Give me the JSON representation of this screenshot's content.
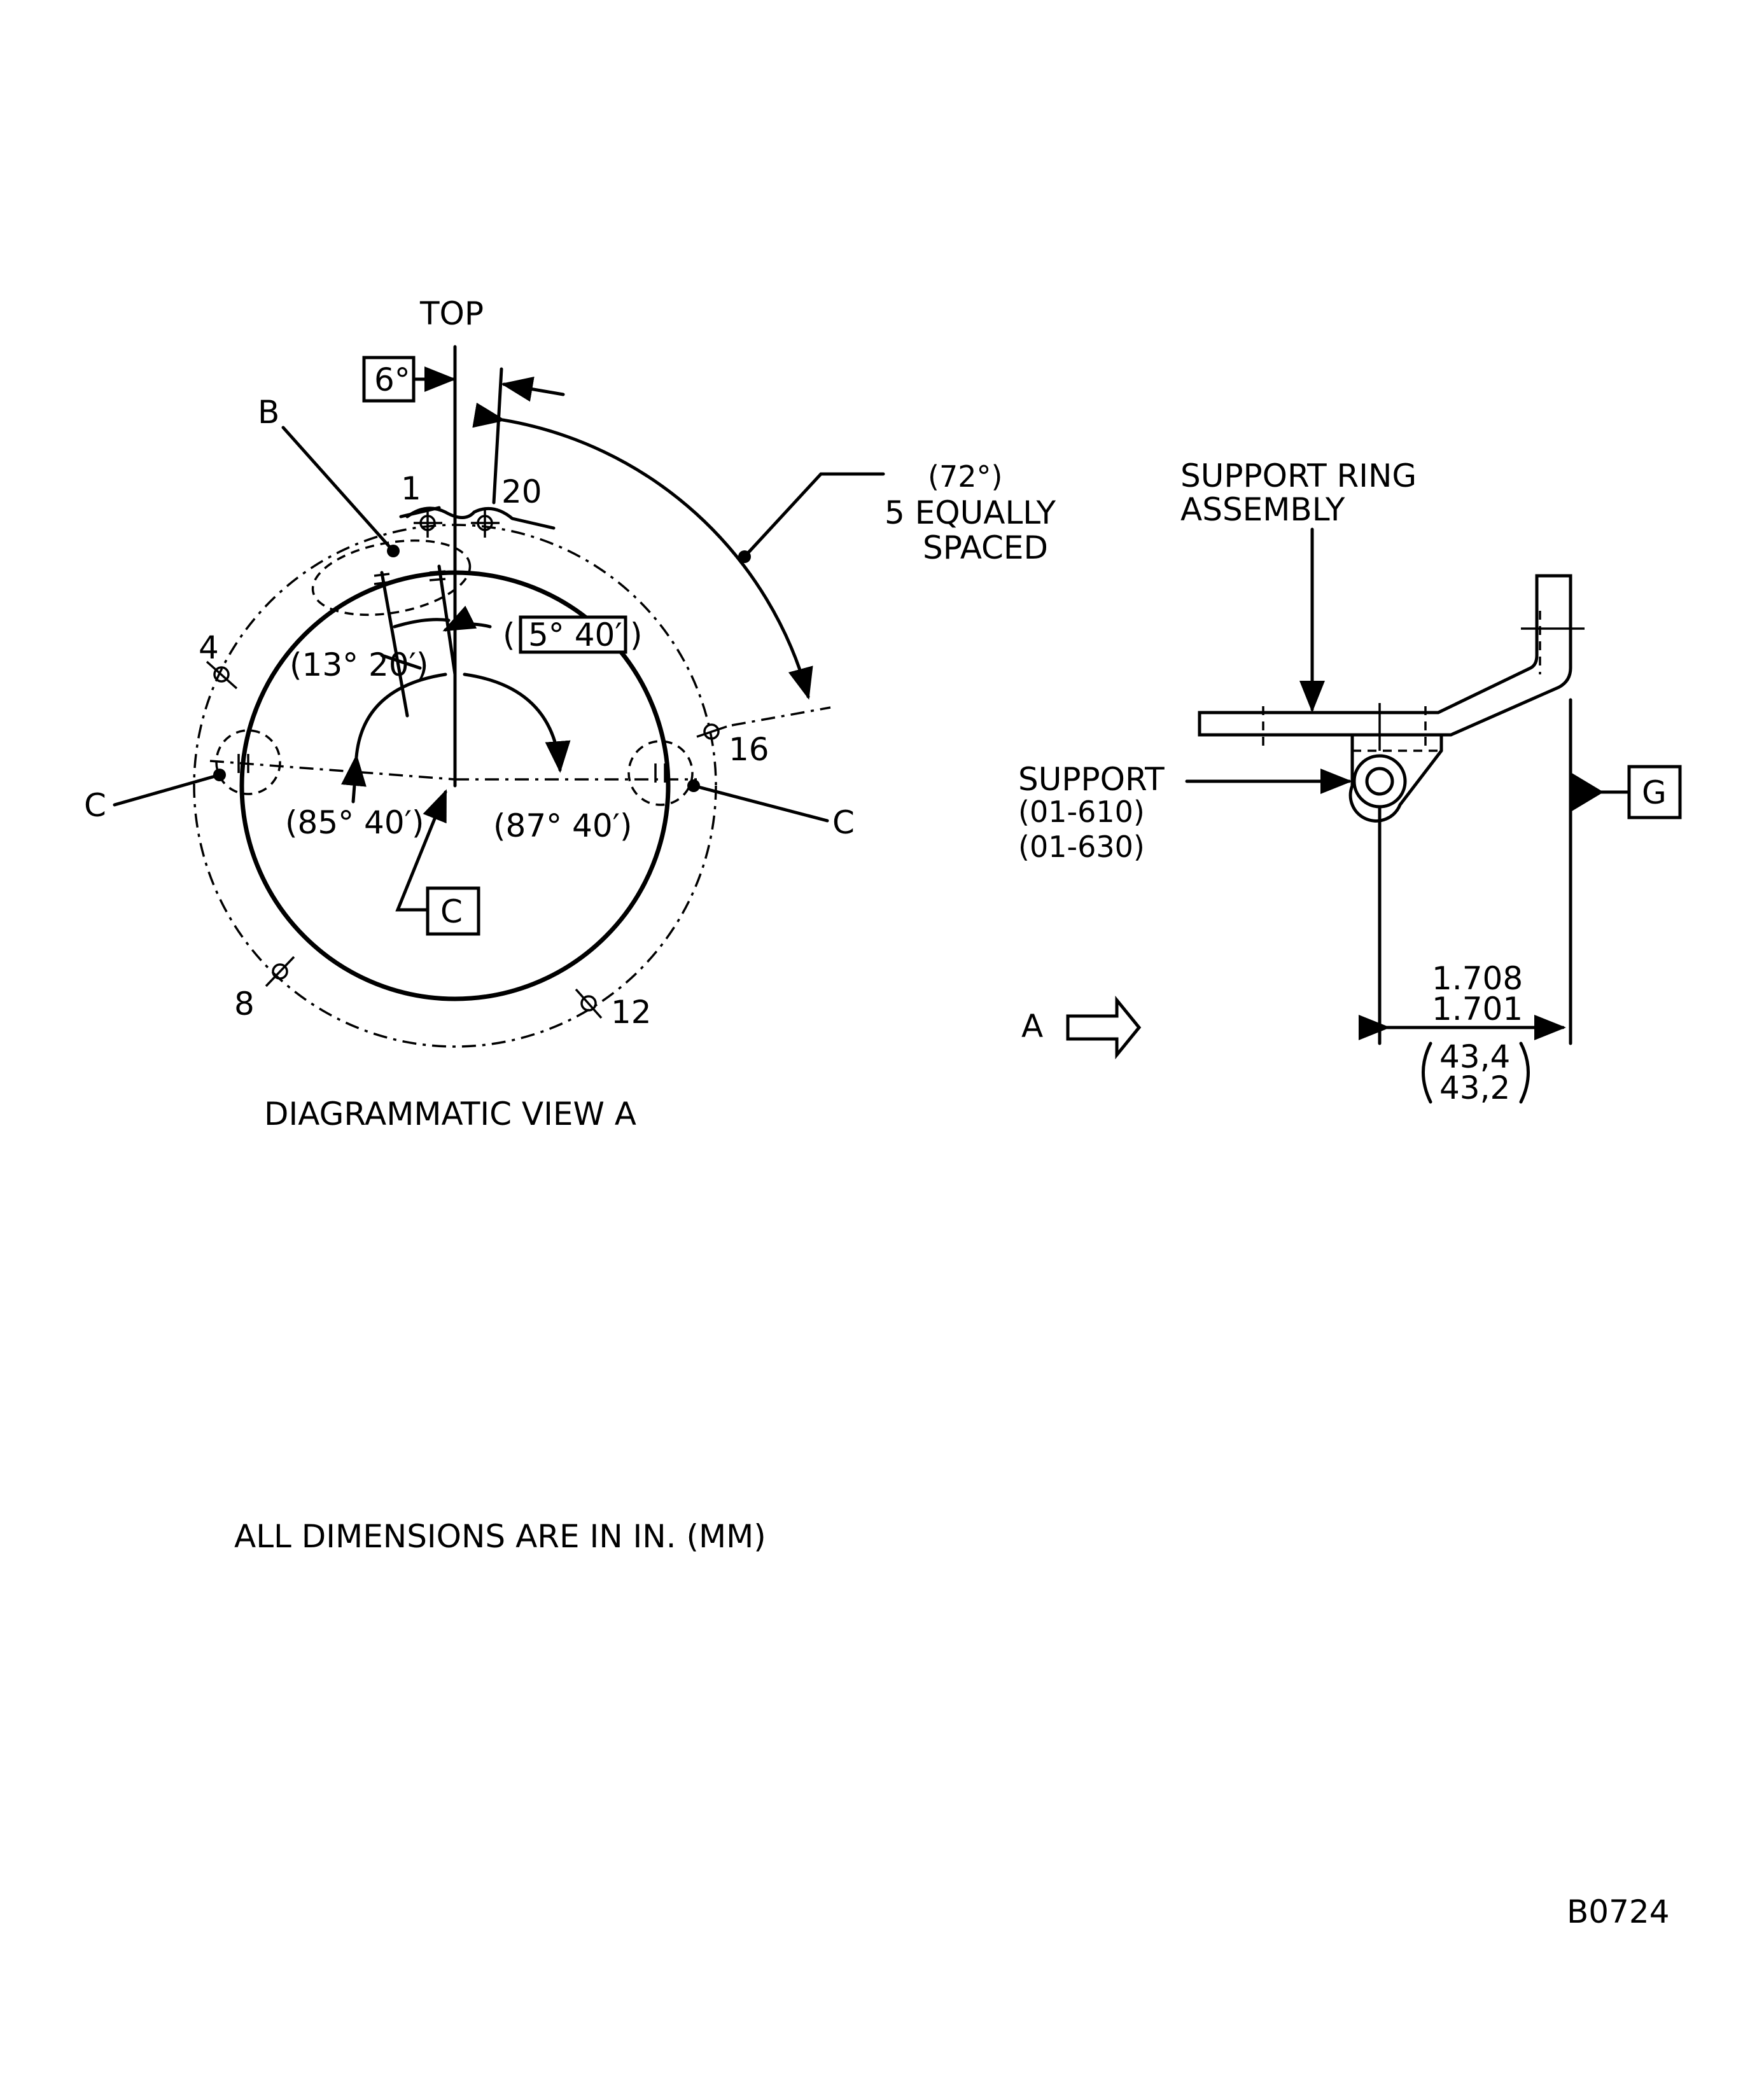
{
  "view_a": {
    "top": "TOP",
    "angle_6": "6°",
    "label_b": "B",
    "hole_1": "1",
    "hole_20": "20",
    "hole_4": "4",
    "hole_16": "16",
    "hole_8": "8",
    "hole_12": "12",
    "spacing_angle": "(72°)",
    "spacing_line1": "5 EQUALLY",
    "spacing_line2": "SPACED",
    "angle_13_20": "(13° 20′)",
    "angle_5_40": "5° 40′",
    "angle_85_40": "(85° 40′)",
    "angle_87_40": "(87° 40′)",
    "label_c_left": "C",
    "label_c_right": "C",
    "datum_c": "C",
    "caption": "DIAGRAMMATIC VIEW A"
  },
  "detail": {
    "assembly_line1": "SUPPORT RING",
    "assembly_line2": "ASSEMBLY",
    "support": "SUPPORT",
    "part_1": "(01-610)",
    "part_2": "(01-630)",
    "datum_g": "G",
    "dim_in_max": "1.708",
    "dim_in_min": "1.701",
    "dim_mm_max": "43,4",
    "dim_mm_min": "43,2",
    "view_arrow_label": "A"
  },
  "note": "ALL DIMENSIONS ARE IN IN. (MM)",
  "figure_id": "B0724"
}
